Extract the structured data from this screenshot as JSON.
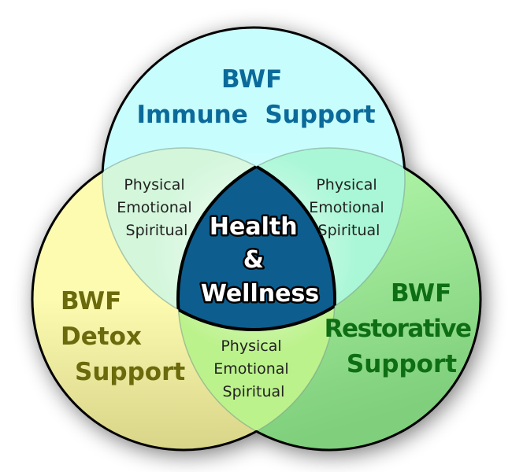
{
  "diagram": {
    "type": "venn-3",
    "circles": [
      {
        "id": "immune",
        "lines": [
          "BWF",
          "Immune  Support"
        ],
        "fill": "#c8fdfd",
        "text_color": "#0b6a9a"
      },
      {
        "id": "detox",
        "lines": [
          "BWF",
          "Detox",
          "Support"
        ],
        "fill": "#fcfbb0",
        "text_color": "#6b6a0c"
      },
      {
        "id": "restorative",
        "lines": [
          "BWF",
          "Restorative",
          "Support"
        ],
        "fill": "#a8eda0",
        "text_color": "#0e6e14"
      }
    ],
    "overlaps": [
      {
        "between": [
          "immune",
          "detox"
        ],
        "lines": [
          "Physical",
          "Emotional",
          "Spiritual"
        ],
        "fill": "#d4f7dc"
      },
      {
        "between": [
          "immune",
          "restorative"
        ],
        "lines": [
          "Physical",
          "Emotional",
          "Spiritual"
        ],
        "fill": "#a9f7d6"
      },
      {
        "between": [
          "detox",
          "restorative"
        ],
        "lines": [
          "Physical",
          "Emotional",
          "Spiritual"
        ],
        "fill": "#bcf28c"
      }
    ],
    "center": {
      "lines": [
        "Health",
        "&",
        "Wellness"
      ],
      "fill": "#0d5e8e",
      "text_color": "#ffffff"
    }
  }
}
